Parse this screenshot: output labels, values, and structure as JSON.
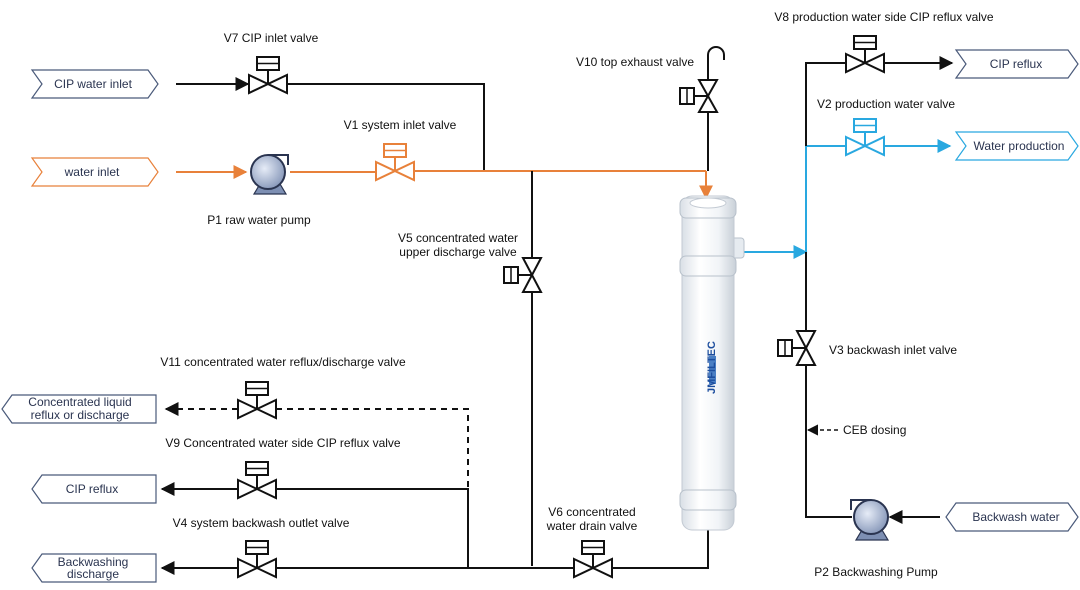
{
  "colors": {
    "pipe": "#111111",
    "raw_water": "#e8813a",
    "product_water": "#29a8e0",
    "tag_border": "#4a5a7a",
    "module_body": "#eef2f6"
  },
  "ports": {
    "cip_water_inlet": "CIP water inlet",
    "water_inlet": "water inlet",
    "cip_reflux_top": "CIP reflux",
    "water_production": "Water production",
    "backwash_water": "Backwash water",
    "concentrated_liquid": [
      "Concentrated liquid",
      "reflux or discharge"
    ],
    "cip_reflux_bottom": "CIP reflux",
    "backwashing_discharge": [
      "Backwashing",
      "discharge"
    ]
  },
  "valves": {
    "v7": "V7 CIP inlet valve",
    "v1": "V1 system inlet valve",
    "v10": "V10 top exhaust valve",
    "v8": "V8 production water side CIP reflux valve",
    "v2": "V2 production water valve",
    "v5": [
      "V5 concentrated water",
      "upper discharge valve"
    ],
    "v3": "V3 backwash inlet valve",
    "v11": "V11 concentrated water reflux/discharge valve",
    "v9": "V9 Concentrated water side CIP reflux valve",
    "v4": "V4 system backwash outlet valve",
    "v6": [
      "V6 concentrated",
      "water drain valve"
    ]
  },
  "pumps": {
    "p1": "P1 raw water pump",
    "p2": "P2 Backwashing Pump"
  },
  "dosing": "CEB dosing",
  "module": {
    "brand_logo": "JMFILTEC"
  }
}
